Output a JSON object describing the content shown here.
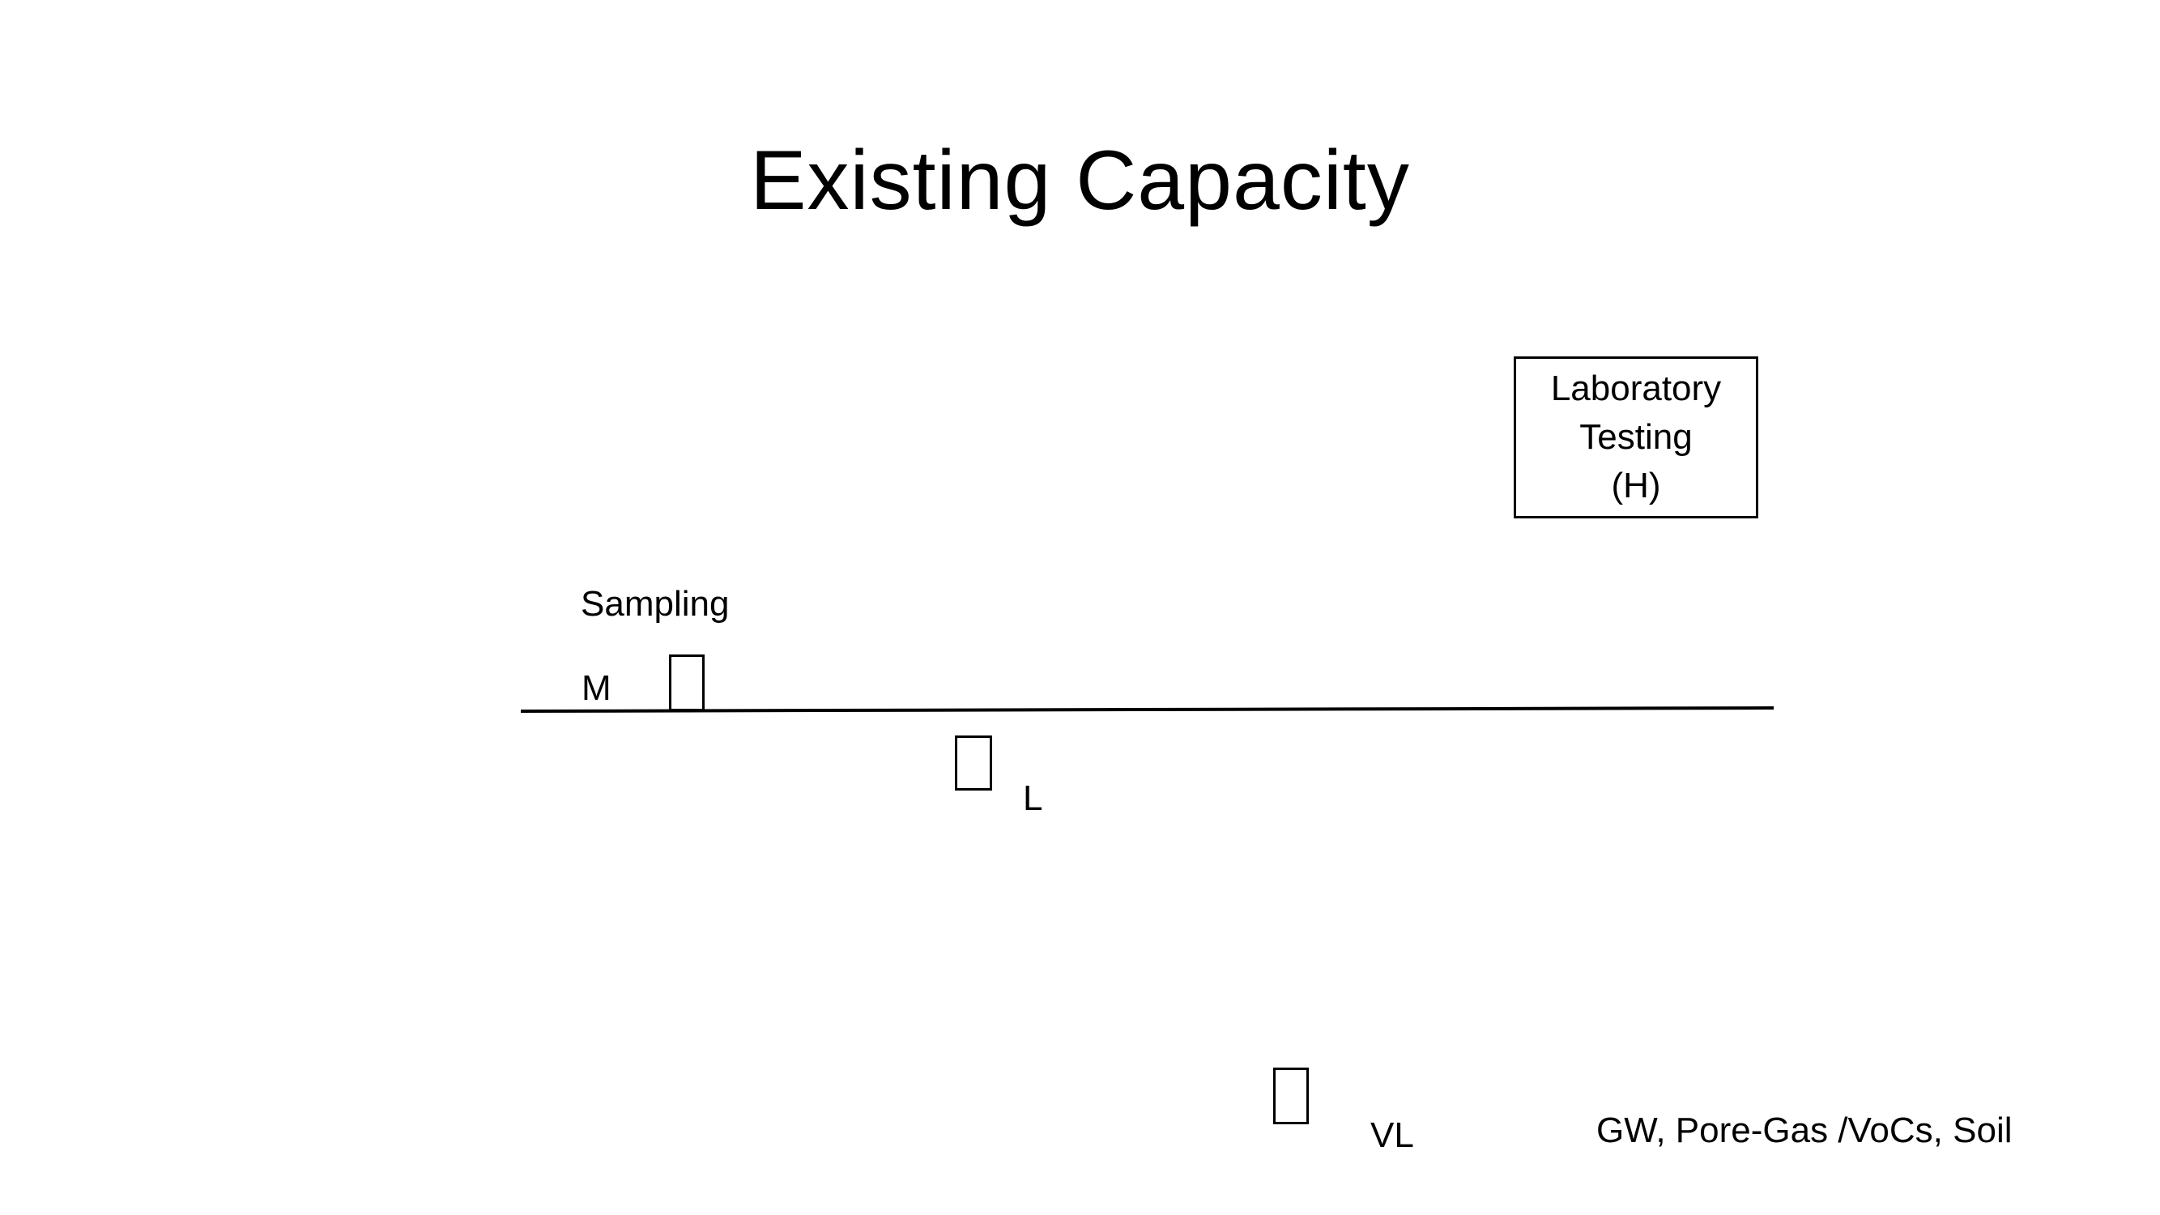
{
  "slide": {
    "title": "Existing Capacity",
    "lab_box": {
      "line1": "Laboratory",
      "line2": "Testing",
      "line3": "(H)"
    },
    "sampling_label": "Sampling",
    "level_m": "M",
    "level_l": "L",
    "level_vl": "VL",
    "media_note": "GW, Pore-Gas /VoCs, Soil"
  },
  "icons": {
    "marker_m": "missing-glyph-box-icon",
    "marker_l": "missing-glyph-box-icon",
    "marker_vl": "missing-glyph-box-icon"
  },
  "colors": {
    "background": "#ffffff",
    "foreground": "#000000"
  }
}
